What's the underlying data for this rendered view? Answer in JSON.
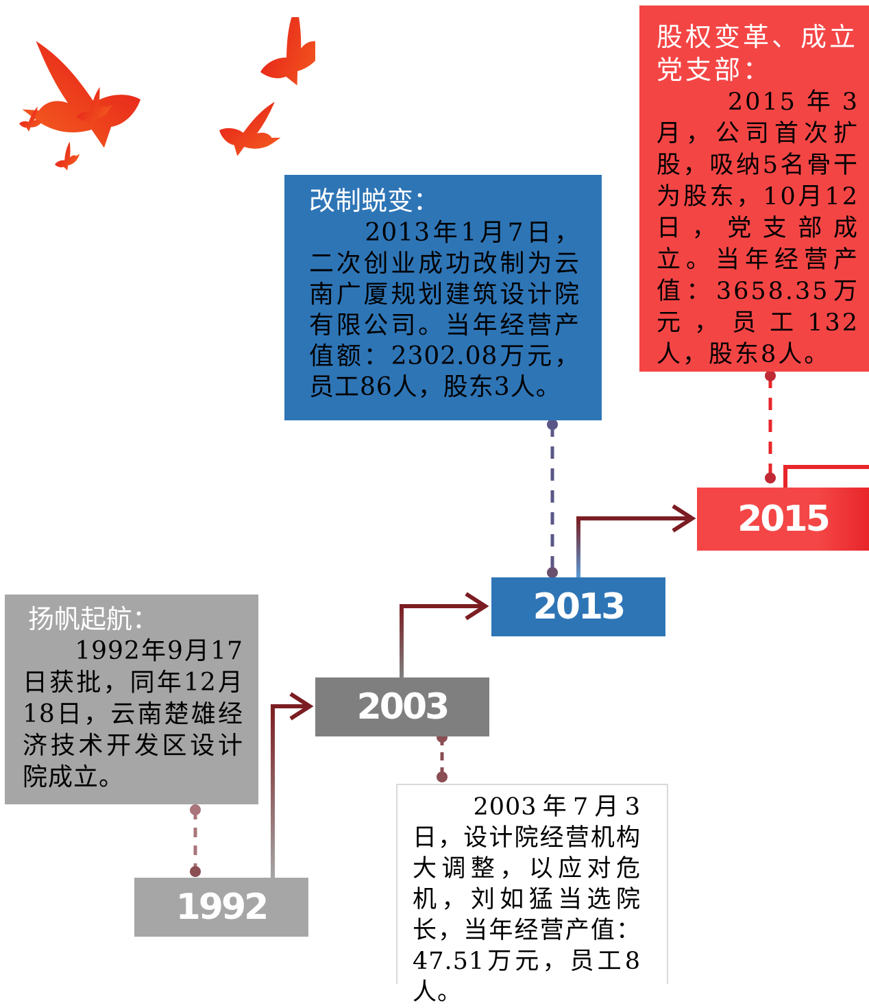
{
  "milestones": [
    {
      "year": "1992",
      "title": "扬帆起航：",
      "text": "　　1992年9月17日获批，同年12月18日，云南楚雄经济技术开发区设计院成立。",
      "color": "#a6a6a6"
    },
    {
      "year": "2003",
      "title": "",
      "text": "　　2003年7月3日，设计院经营机构大调整，以应对危机，刘如猛当选院长，当年经营产值：47.51万元，员工8人。",
      "color": "#7f7f7f"
    },
    {
      "year": "2013",
      "title": "改制蜕变：",
      "text": "　　2013年1月7日，二次创业成功改制为云南广厦规划建筑设计院有限公司。当年经营产值额：2302.08万元，员工86人，股东3人。",
      "color": "#2e75b6"
    },
    {
      "year": "2015",
      "title": "股权变革、成立党支部：",
      "text": "　　2015年3月，公司首次扩股，吸纳5名骨干为股东，10月12日，党支部成立。当年经营产值：3658.35万元，员工132人，股东8人。",
      "color": "#f44545"
    }
  ],
  "icons": {
    "decoration": "flying-doves-icon"
  },
  "colors": {
    "arrow": "#7b1d22",
    "accent_red": "#e8262a"
  }
}
